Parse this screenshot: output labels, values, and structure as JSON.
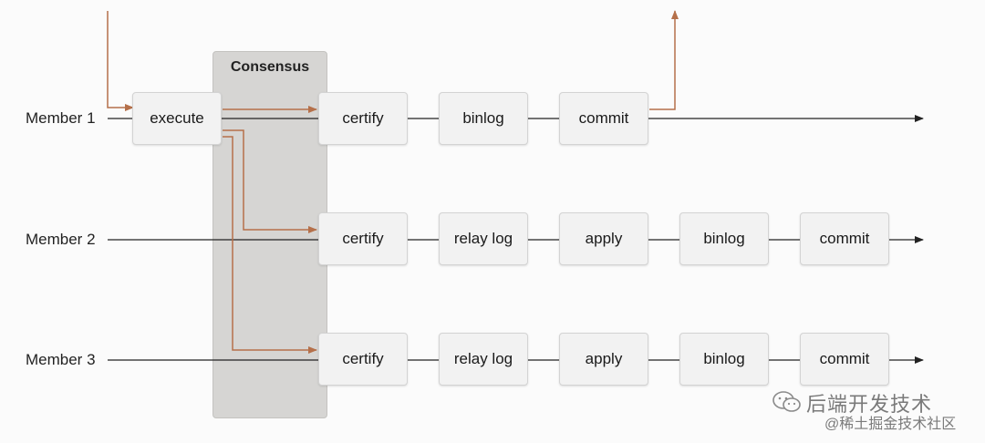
{
  "consensus": {
    "label": "Consensus"
  },
  "members": [
    {
      "label": "Member 1",
      "steps": [
        "execute",
        "certify",
        "binlog",
        "commit"
      ]
    },
    {
      "label": "Member 2",
      "steps": [
        "certify",
        "relay log",
        "apply",
        "binlog",
        "commit"
      ]
    },
    {
      "label": "Member 3",
      "steps": [
        "certify",
        "relay log",
        "apply",
        "binlog",
        "commit"
      ]
    }
  ],
  "colors": {
    "flow_arrow": "#b5704a",
    "timeline": "#222222"
  },
  "watermark": {
    "line1": "后端开发技术",
    "line2": "@稀土掘金技术社区",
    "icon": "wechat-icon"
  }
}
